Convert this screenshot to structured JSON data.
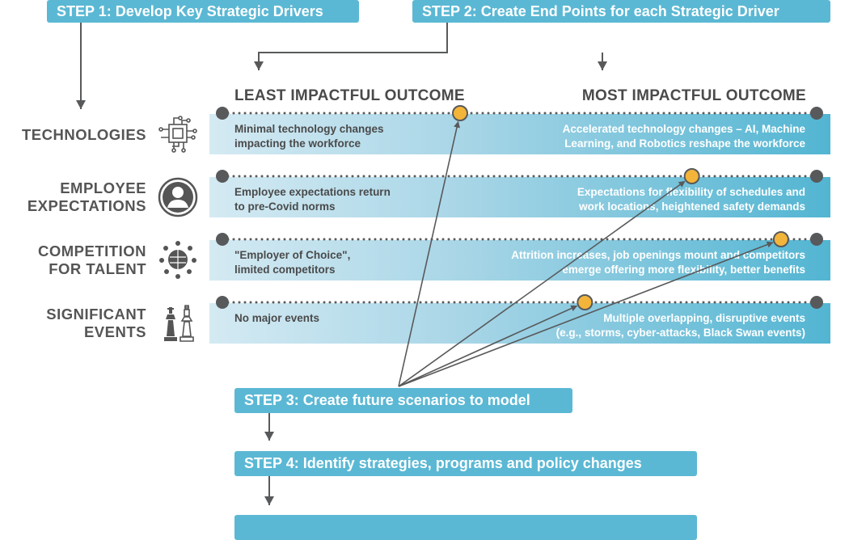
{
  "steps": {
    "step1": "STEP 1: Develop Key Strategic Drivers",
    "step2": "STEP 2: Create End Points for each Strategic Driver",
    "step3": "STEP 3: Create future scenarios to model",
    "step4": "STEP 4: Identify strategies, programs and policy changes"
  },
  "headers": {
    "least": "LEAST IMPACTFUL OUTCOME",
    "most": "MOST IMPACTFUL OUTCOME"
  },
  "drivers": [
    {
      "label1": "TECHNOLOGIES",
      "label2": "",
      "icon": "circuit-chip-icon",
      "least": [
        "Minimal technology changes",
        "impacting the workforce"
      ],
      "most": [
        "Accelerated technology changes – AI, Machine",
        "Learning, and Robotics reshape the workforce"
      ],
      "scenario_position": 0.4
    },
    {
      "label1": "EMPLOYEE",
      "label2": "EXPECTATIONS",
      "icon": "person-icon",
      "least": [
        "Employee expectations return",
        "to pre-Covid  norms"
      ],
      "most": [
        "Expectations for flexibility of schedules and",
        "work locations, heightened safety demands"
      ],
      "scenario_position": 0.79
    },
    {
      "label1": "COMPETITION",
      "label2": "FOR TALENT",
      "icon": "globe-people-icon",
      "least": [
        "\"Employer of Choice\",",
        "limited competitors"
      ],
      "most": [
        "Attrition increases, job openings mount and competitors",
        "emerge offering more flexibility, better benefits"
      ],
      "scenario_position": 0.94
    },
    {
      "label1": "SIGNIFICANT",
      "label2": "EVENTS",
      "icon": "chess-pieces-icon",
      "least": [
        "No major events",
        ""
      ],
      "most": [
        "Multiple overlapping, disruptive events",
        "(e.g., storms, cyber-attacks, Black Swan events)"
      ],
      "scenario_position": 0.61
    }
  ],
  "colors": {
    "accent": "#5bb8d4",
    "marker": "#f2b53a",
    "endpoint": "#58595b",
    "text": "#4a4a4a"
  }
}
